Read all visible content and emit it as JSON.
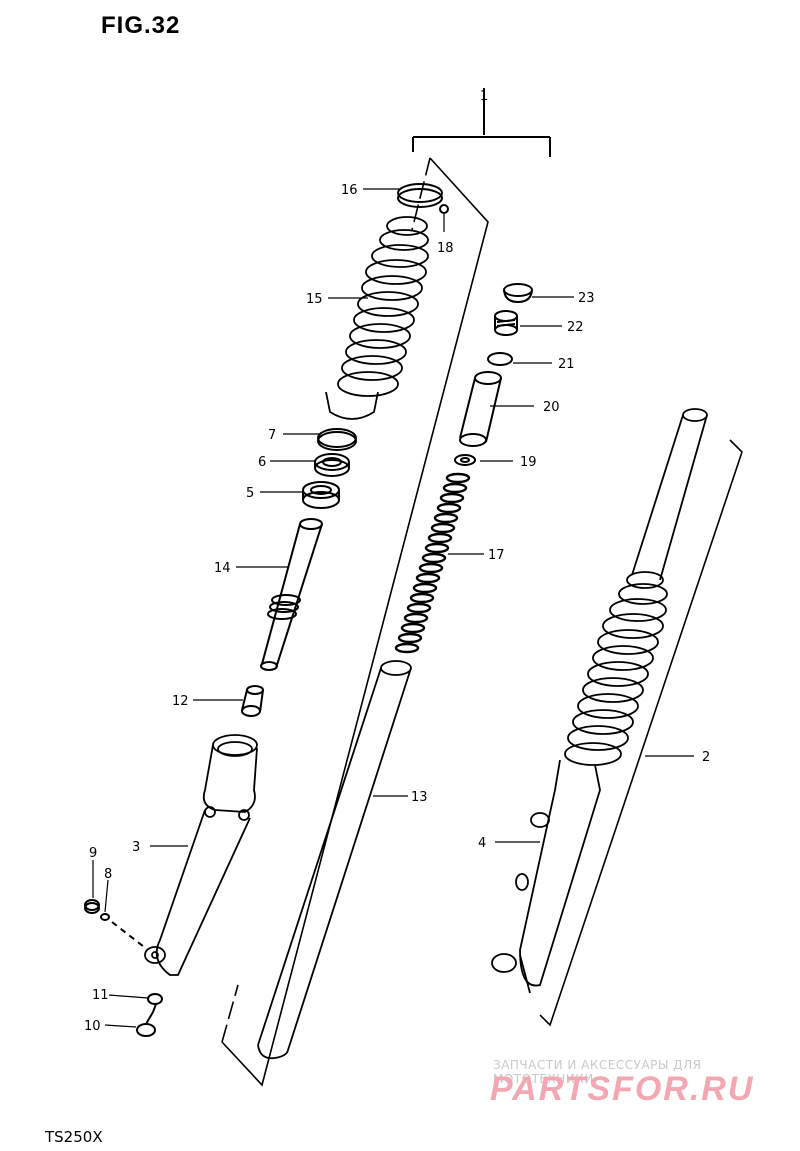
{
  "figure": {
    "title": "FIG.32",
    "model": "TS250X"
  },
  "watermark": {
    "tagline": "ЗАПЧАСТИ И АКСЕССУАРЫ ДЛЯ МОТОТЕХНИКИ",
    "logo": "PARTSFOR.RU",
    "color": "#f2a7b2"
  },
  "callouts": {
    "c1": "1",
    "c2": "2",
    "c3": "3",
    "c4": "4",
    "c5": "5",
    "c6": "6",
    "c7": "7",
    "c8": "8",
    "c9": "9",
    "c10": "10",
    "c11": "11",
    "c12": "12",
    "c13": "13",
    "c14": "14",
    "c15": "15",
    "c16": "16",
    "c17": "17",
    "c18": "18",
    "c19": "19",
    "c20": "20",
    "c21": "21",
    "c22": "22",
    "c23": "23"
  }
}
